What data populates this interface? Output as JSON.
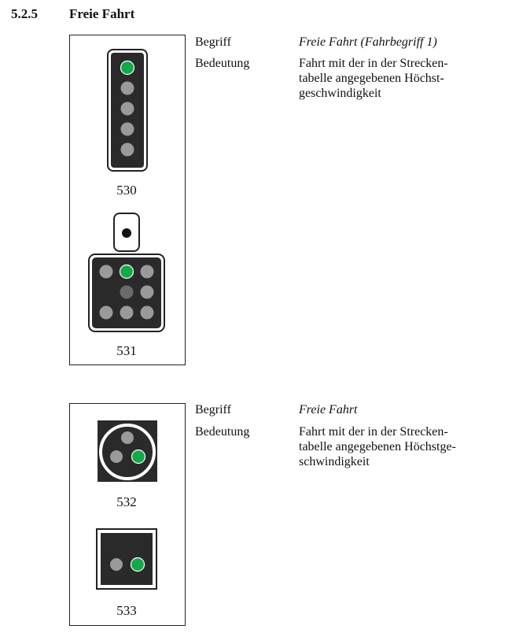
{
  "section": {
    "number": "5.2.5",
    "title": "Freie Fahrt"
  },
  "colors": {
    "green": "#13a84a",
    "grey": "#9a9a9a",
    "panel": "#2a2a2a"
  },
  "block1": {
    "begriff_label": "Begriff",
    "begriff_value": "Freie Fahrt (Fahrbegriff 1)",
    "bedeutung_label": "Bedeutung",
    "bedeutung_lines": [
      "Fahrt mit der in der Strecken-",
      "tabelle angegebenen Höchst-",
      "geschwindigkeit"
    ],
    "captions": [
      "530",
      "531"
    ]
  },
  "block2": {
    "begriff_label": "Begriff",
    "begriff_value": "Freie Fahrt",
    "bedeutung_label": "Bedeutung",
    "bedeutung_lines": [
      "Fahrt mit der in der Strecken-",
      "tabelle angegebenen Höchstge-",
      "schwindigkeit"
    ],
    "captions": [
      "532",
      "533"
    ]
  }
}
